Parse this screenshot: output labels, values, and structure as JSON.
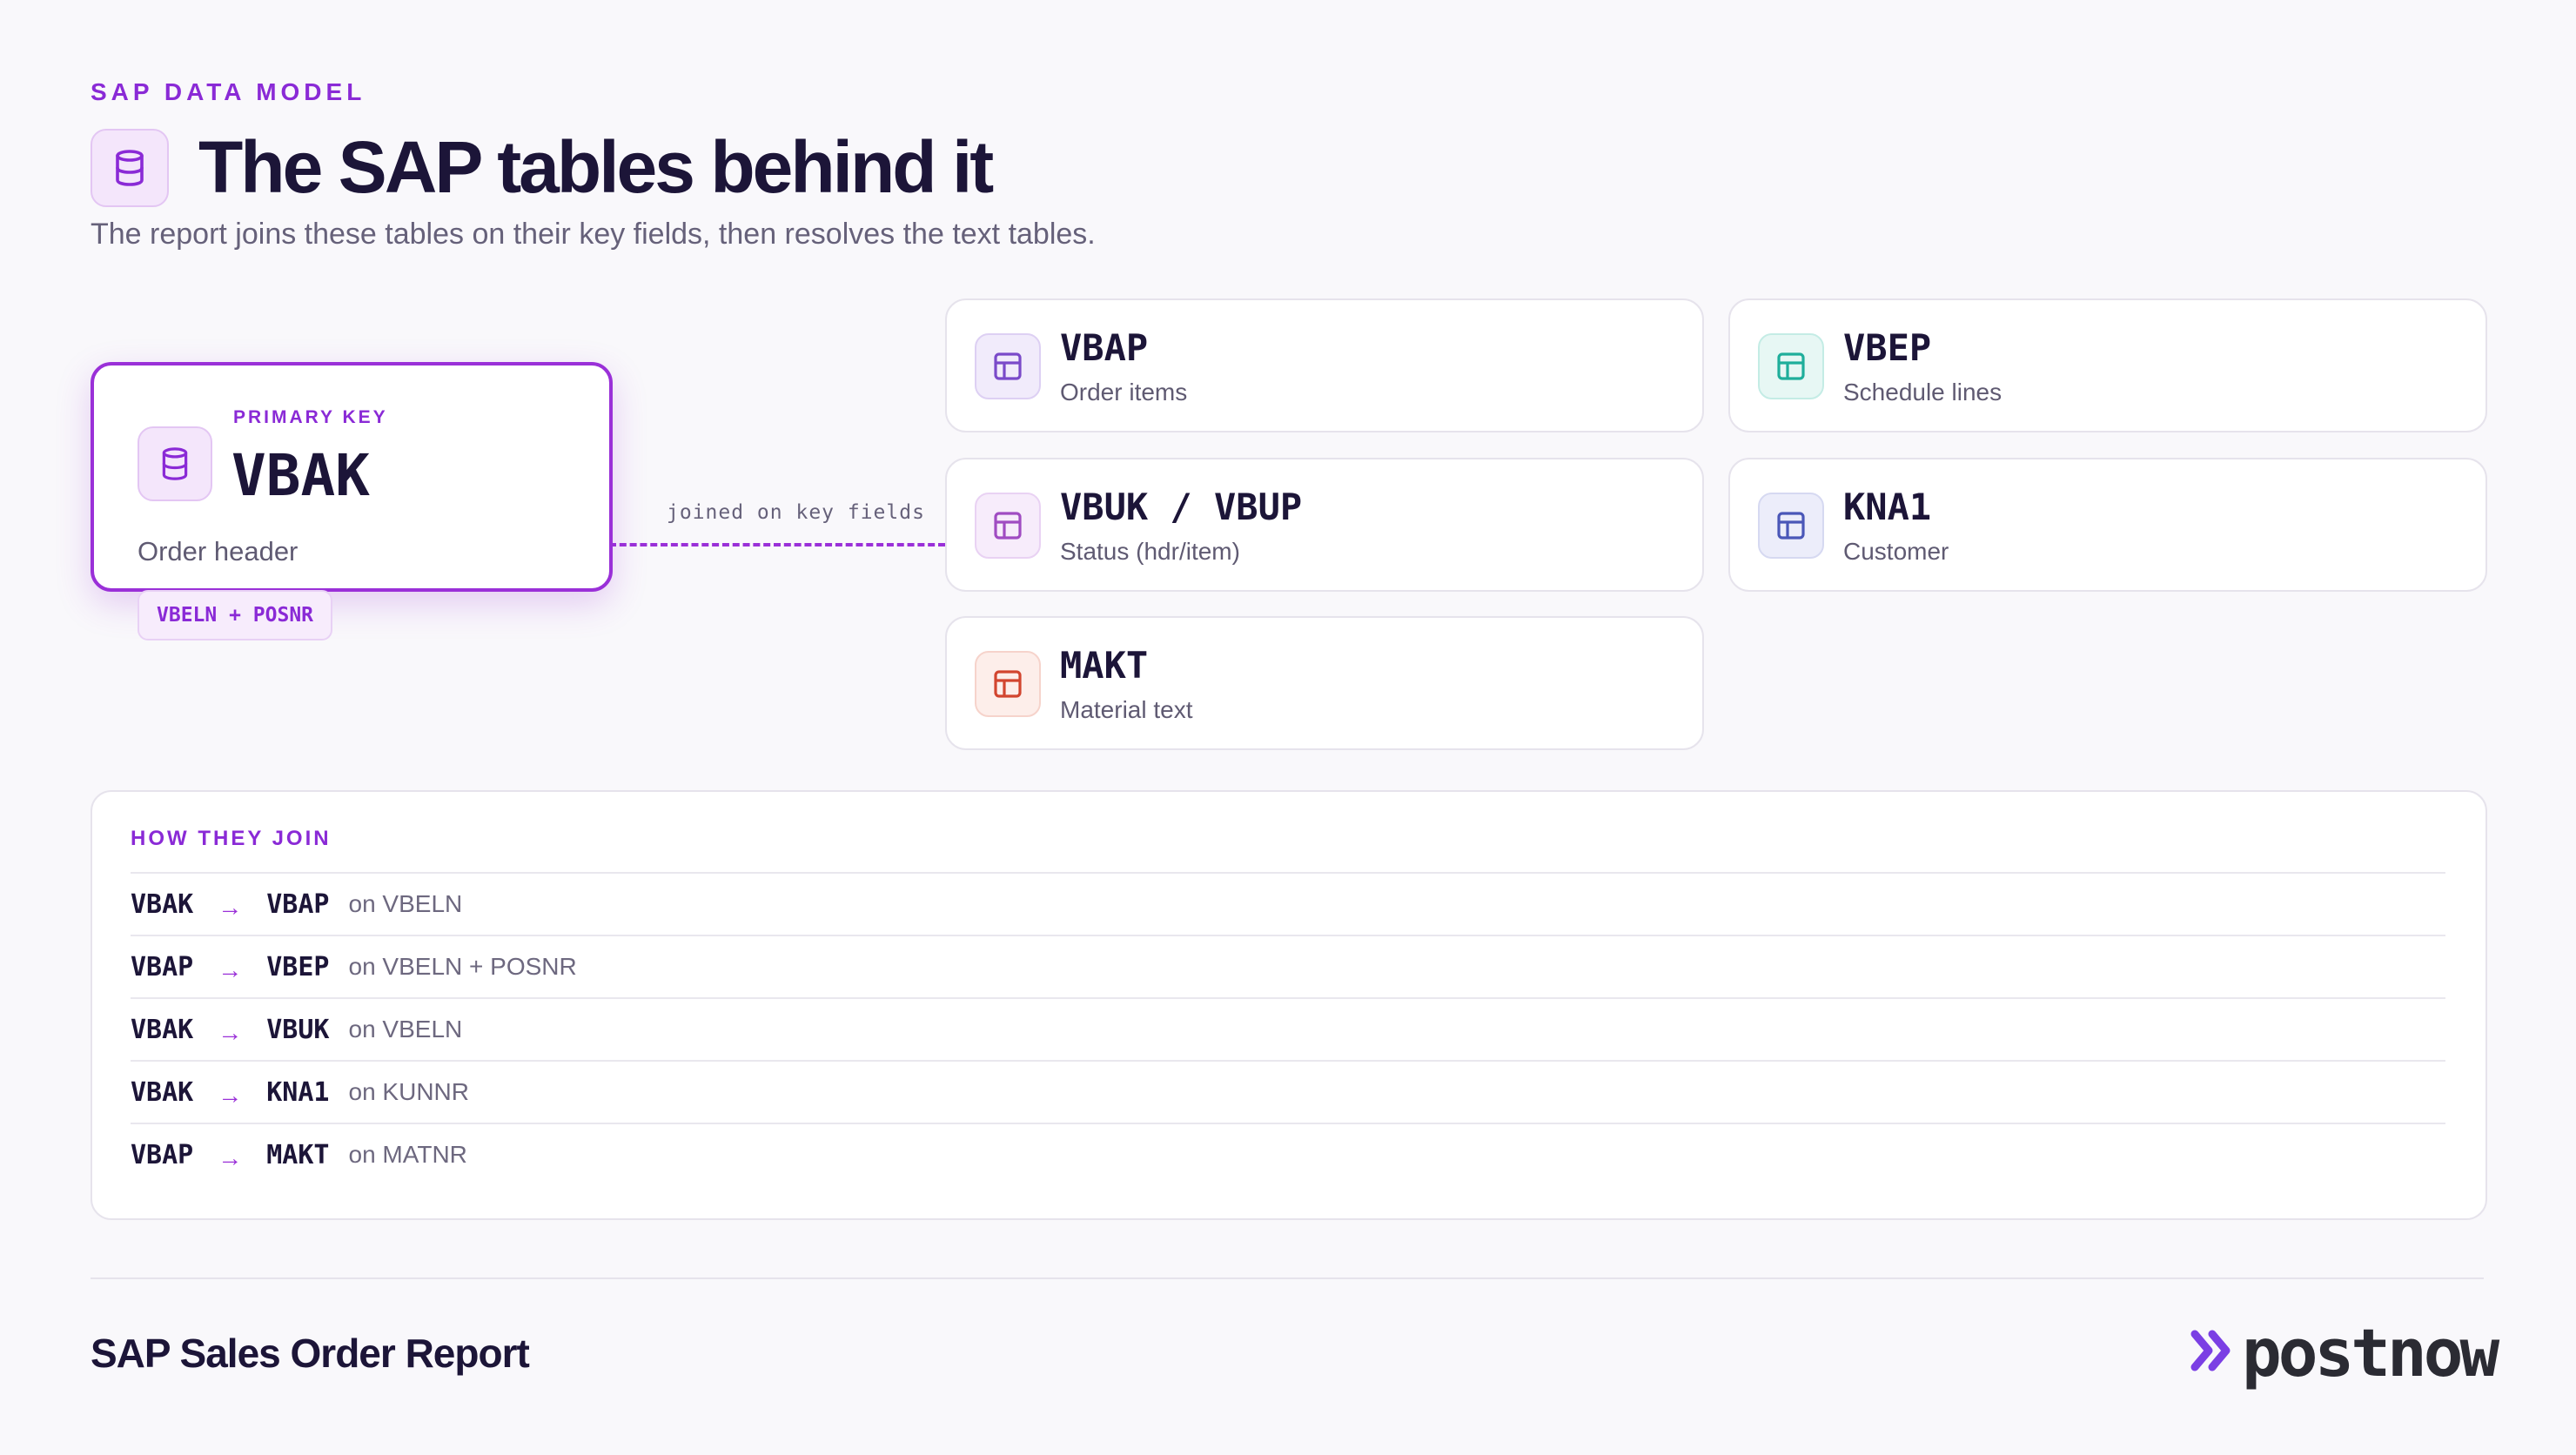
{
  "header": {
    "eyebrow": "SAP DATA MODEL",
    "title": "The SAP tables behind it",
    "subtitle": "The report joins these tables on their key fields, then resolves the text tables.",
    "icon": "database-icon"
  },
  "primary": {
    "label": "PRIMARY KEY",
    "name": "VBAK",
    "description": "Order header",
    "key_badge": "VBELN + POSNR",
    "icon": "database-icon",
    "border_color": "#9a30d8"
  },
  "connector": {
    "label": "joined on key fields"
  },
  "tables": [
    {
      "name": "VBAP",
      "description": "Order items",
      "icon": "table-icon",
      "color": "#7a4ac9",
      "bg": "#f1ebfb",
      "border": "#ddd0f3"
    },
    {
      "name": "VBEP",
      "description": "Schedule lines",
      "icon": "table-icon",
      "color": "#1fae9b",
      "bg": "#e7f7f4",
      "border": "#c4ece5"
    },
    {
      "name": "VBUK / VBUP",
      "description": "Status (hdr/item)",
      "icon": "table-icon",
      "color": "#a04cc2",
      "bg": "#f7ecfb",
      "border": "#e9d2f3"
    },
    {
      "name": "KNA1",
      "description": "Customer",
      "icon": "table-icon",
      "color": "#4a57b8",
      "bg": "#ecedfa",
      "border": "#d6d9f1"
    },
    {
      "name": "MAKT",
      "description": "Material text",
      "icon": "table-icon",
      "color": "#d2452f",
      "bg": "#fdeeea",
      "border": "#f6d3cb"
    }
  ],
  "joins": {
    "title": "HOW THEY JOIN",
    "rows": [
      {
        "from": "VBAK",
        "to": "VBAP",
        "on": "on VBELN"
      },
      {
        "from": "VBAP",
        "to": "VBEP",
        "on": "on VBELN + POSNR"
      },
      {
        "from": "VBAK",
        "to": "VBUK",
        "on": "on VBELN"
      },
      {
        "from": "VBAK",
        "to": "KNA1",
        "on": "on KUNNR"
      },
      {
        "from": "VBAP",
        "to": "MAKT",
        "on": "on MATNR"
      }
    ]
  },
  "footer": {
    "title": "SAP Sales Order Report",
    "logo_text": "postnow",
    "logo_icon": "double-chevron-right-icon",
    "logo_accent": "#7b3fe4"
  }
}
